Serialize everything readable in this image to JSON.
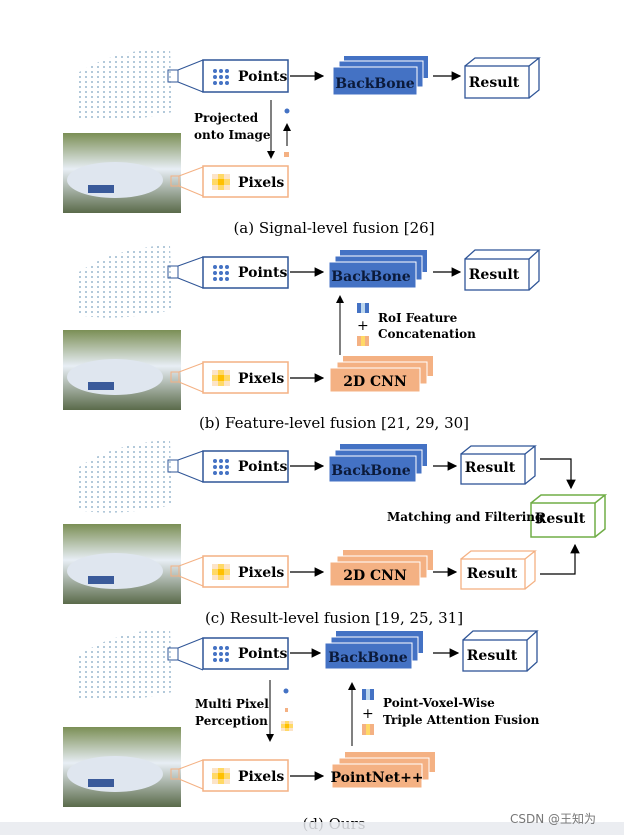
{
  "panels": [
    {
      "caption": "(a) Signal-level fusion [26]",
      "points_label": "Points",
      "pixels_label": "Pixels",
      "backbone_label": "BackBone",
      "result_label": "Result",
      "note_lines": [
        "Projected",
        "onto Image"
      ]
    },
    {
      "caption": "(b) Feature-level fusion [21, 29, 30]",
      "points_label": "Points",
      "pixels_label": "Pixels",
      "backbone_label": "BackBone",
      "cnn_label": "2D CNN",
      "result_label": "Result",
      "fusion_lines": [
        "RoI Feature",
        "Concatenation"
      ],
      "plus": "+"
    },
    {
      "caption": "(c) Result-level fusion [19, 25, 31]",
      "points_label": "Points",
      "pixels_label": "Pixels",
      "backbone_label": "BackBone",
      "cnn_label": "2D CNN",
      "result_top_label": "Result",
      "result_bottom_label": "Result",
      "result_final_label": "Result",
      "matching_label": "Matching and Filtering"
    },
    {
      "caption": "(d) Ours",
      "points_label": "Points",
      "pixels_label": "Pixels",
      "backbone_label": "BackBone",
      "pointnet_label": "PointNet++",
      "result_label": "Result",
      "perception_lines": [
        "Multi Pixel",
        "Perception"
      ],
      "fusion_lines": [
        "Point-Voxel-Wise",
        "Triple Attention Fusion"
      ],
      "plus": "+"
    }
  ],
  "watermark": "CSDN @王知为",
  "colors": {
    "point_blue": "#2f5597",
    "backbone_blue": "#4472c4",
    "pixel_orange": "#f4b183",
    "cnn_orange": "#f4b183",
    "result_green": "#70ad47"
  }
}
